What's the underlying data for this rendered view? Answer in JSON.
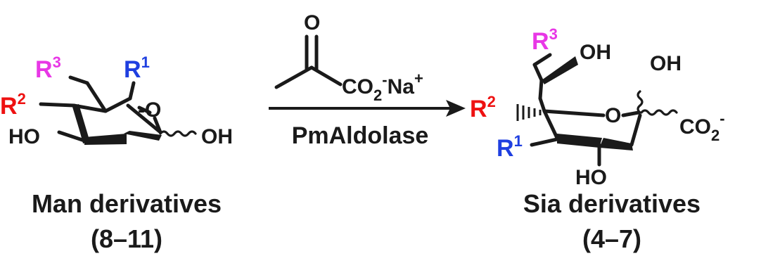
{
  "colors": {
    "ink": "#1a1a1a",
    "r1": "#1f3fe0",
    "r2": "#ee1111",
    "r3": "#e837e6"
  },
  "left": {
    "r3": "R",
    "r3_sup": "3",
    "r1": "R",
    "r1_sup": "1",
    "r2": "R",
    "r2_sup": "2",
    "o_ring": "O",
    "ho": "HO",
    "oh": "OH",
    "caption": "Man derivatives",
    "compounds": "(8–11)"
  },
  "arrow": {
    "o": "O",
    "co2": "CO",
    "co2_sub": "2",
    "co2_charge": "-",
    "na": "Na",
    "na_charge": "+",
    "enzyme": "PmAldolase"
  },
  "right": {
    "r3": "R",
    "r3_sup": "3",
    "oh_top": "OH",
    "oh_anomeric": "OH",
    "r2": "R",
    "r2_sup": "2",
    "o_ring": "O",
    "co2": "CO",
    "co2_sub": "2",
    "co2_charge": "-",
    "r1": "R",
    "r1_sup": "1",
    "ho": "HO",
    "caption": "Sia derivatives",
    "compounds": "(4–7)"
  }
}
